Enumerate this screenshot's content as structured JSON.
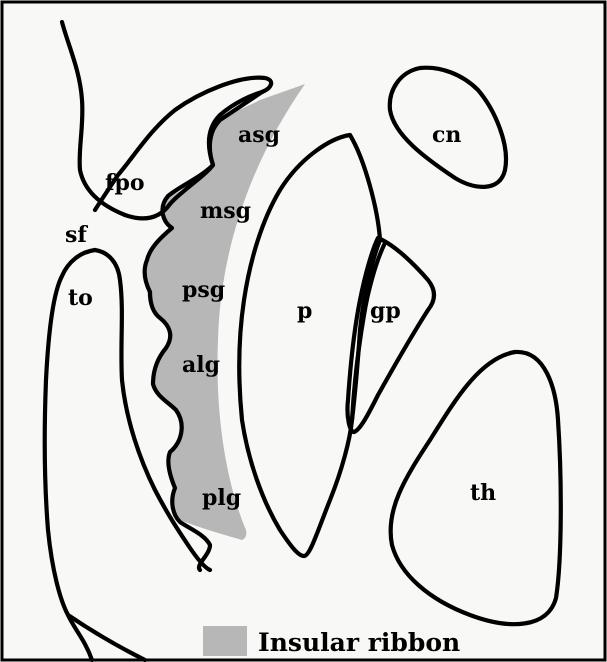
{
  "diagram": {
    "labels": {
      "asg": "asg",
      "msg": "msg",
      "psg": "psg",
      "alg": "alg",
      "plg": "plg",
      "fpo": "fpo",
      "sf": "sf",
      "to": "to",
      "p": "p",
      "gp": "gp",
      "cn": "cn",
      "th": "th"
    },
    "legend": {
      "label": "Insular ribbon",
      "swatch_color": "#b7b7b7"
    },
    "colors": {
      "insular_ribbon": "#b7b7b7",
      "outline": "#000000",
      "background": "#f8f8f6"
    }
  }
}
